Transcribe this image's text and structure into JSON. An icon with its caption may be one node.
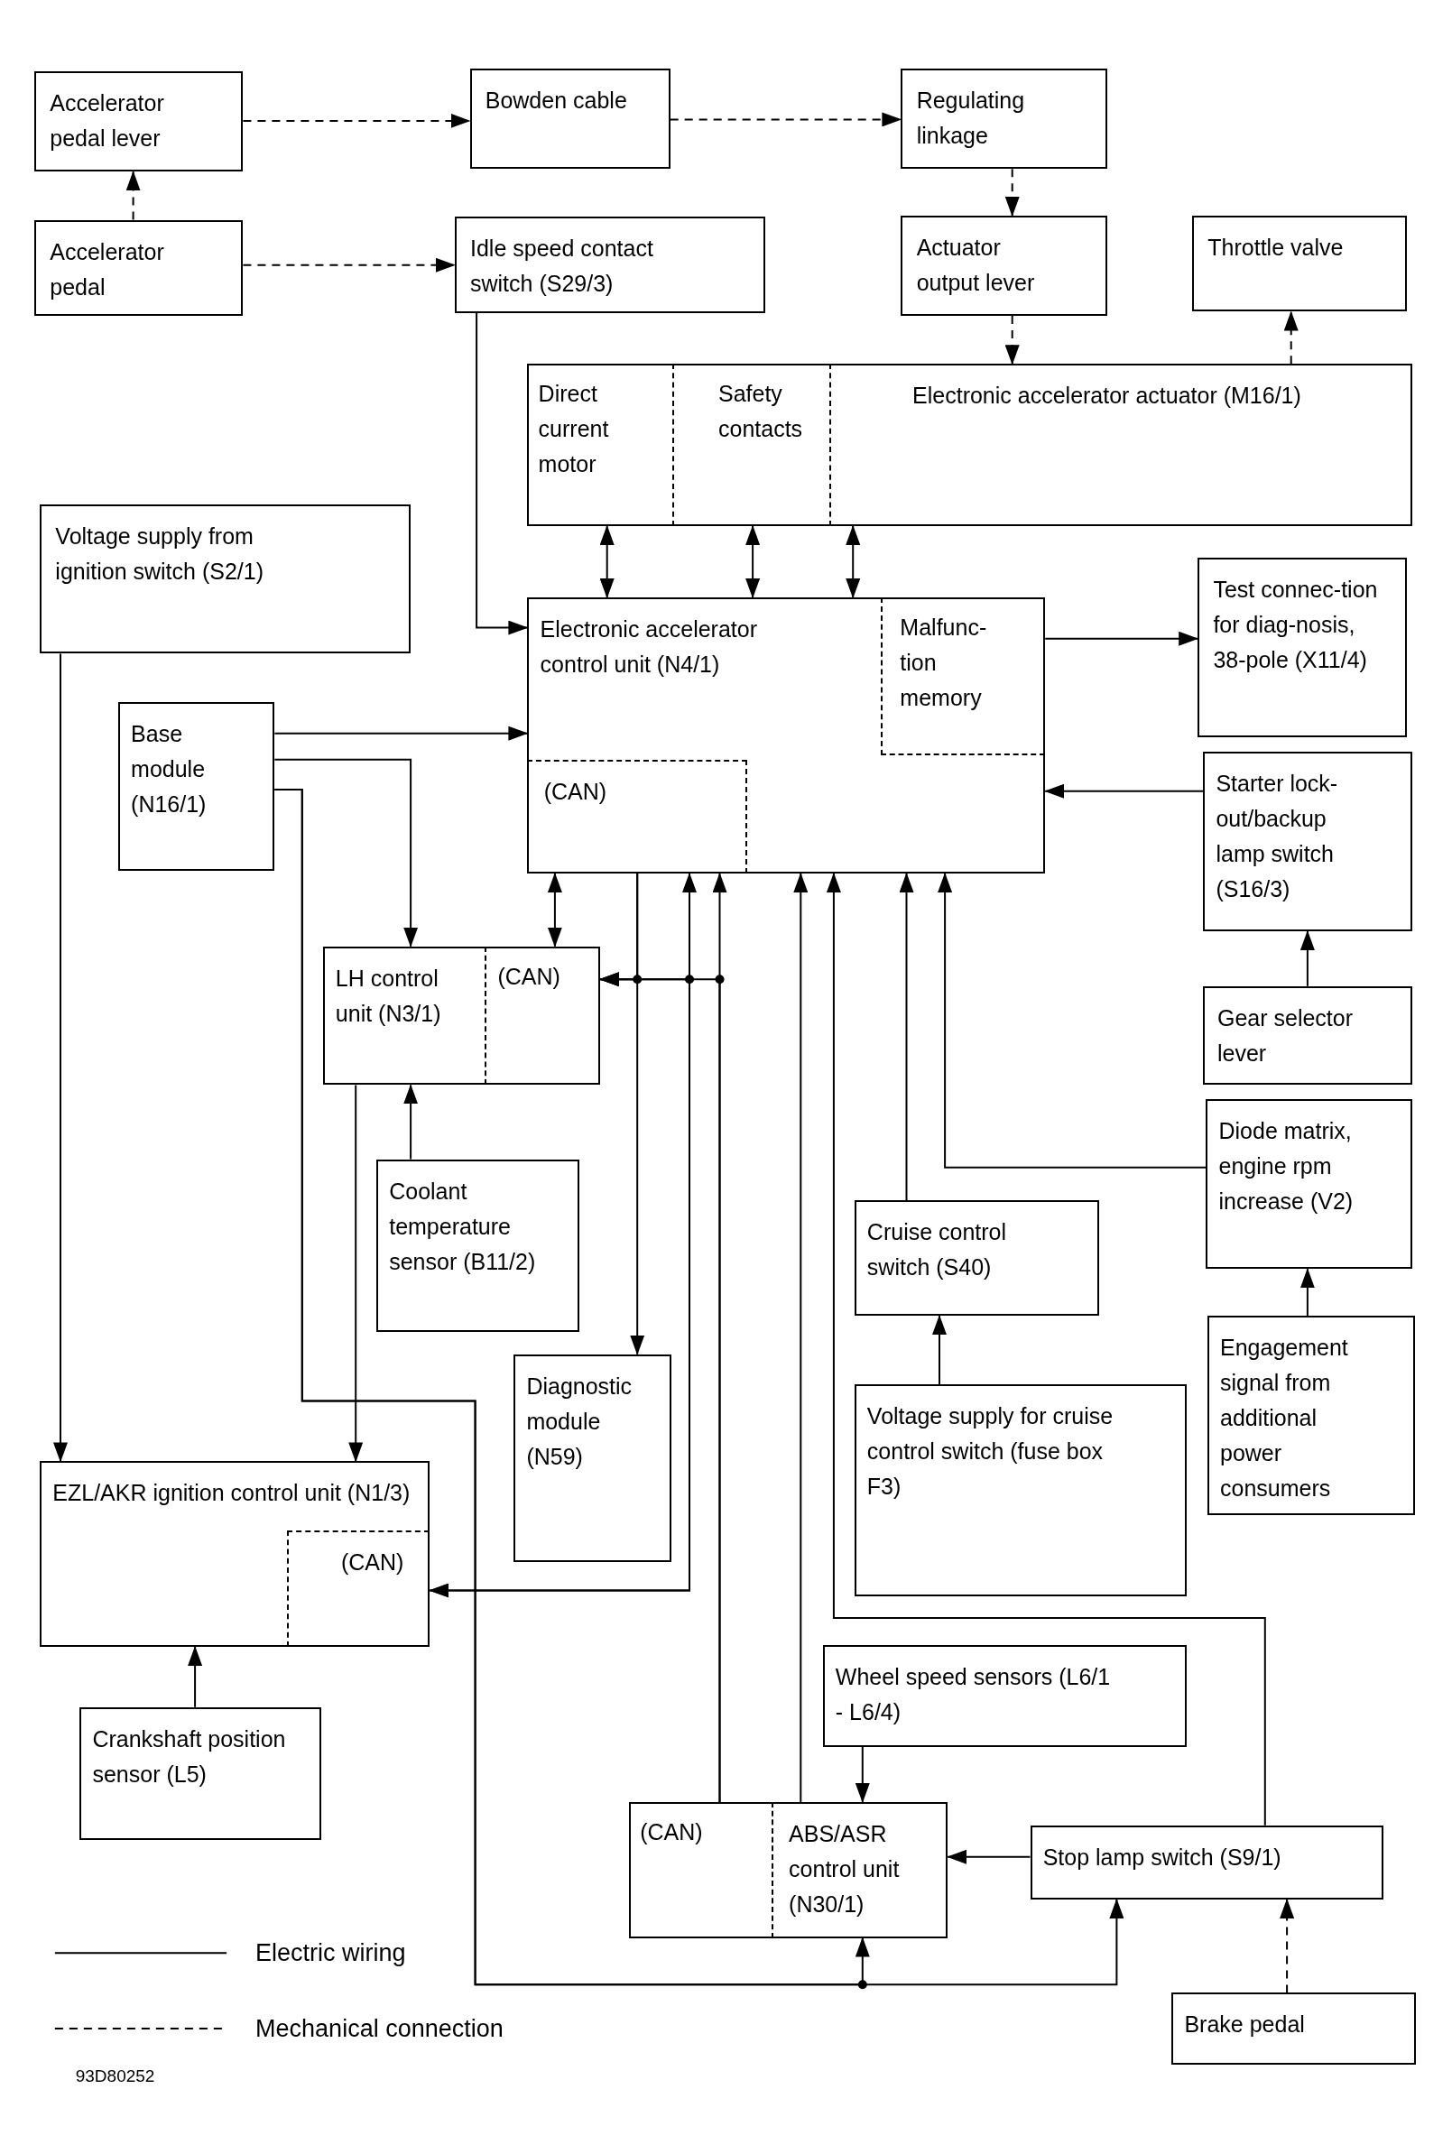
{
  "diagram": {
    "nodes": [
      {
        "text": [
          "Accelerator pedal lever"
        ]
      },
      {
        "text": [
          "Bowden cable"
        ]
      },
      {
        "text": [
          "Regulating linkage"
        ]
      },
      {
        "text": [
          "Accelerator pedal"
        ]
      },
      {
        "text": [
          "Idle speed contact switch (S29/3)"
        ]
      },
      {
        "text": [
          "Actuator output lever"
        ]
      },
      {
        "text": [
          "Throttle valve"
        ]
      },
      {
        "text": [
          "Electronic accelerator actuator (M16/1)"
        ]
      },
      {
        "text": [
          "Direct current motor"
        ],
        "in": 7
      },
      {
        "text": [
          "Safety contacts"
        ],
        "in": 7
      },
      {
        "text": [
          "Voltage supply from ignition switch (S2/1)"
        ]
      },
      {
        "text": [
          "Electronic accelerator control unit (N4/1)"
        ]
      },
      {
        "text": [
          "Malfunc-tion memory"
        ],
        "in": 11
      },
      {
        "text": [
          "(CAN)"
        ],
        "in": 11
      },
      {
        "text": [
          "Test connec-tion for diag-nosis, 38-pole (X11/4)"
        ]
      },
      {
        "text": [
          "Base module (N16/1)"
        ]
      },
      {
        "text": [
          "Starter lock-out/backup lamp switch (S16/3)"
        ]
      },
      {
        "text": [
          "LH control unit (N3/1)"
        ]
      },
      {
        "text": [
          "(CAN)"
        ],
        "in": 17
      },
      {
        "text": [
          "Gear selector lever"
        ]
      },
      {
        "text": [
          "Diode matrix, engine rpm increase (V2)"
        ]
      },
      {
        "text": [
          "Coolant temperature sensor (B11/2)"
        ]
      },
      {
        "text": [
          "Cruise control switch (S40)"
        ]
      },
      {
        "text": [
          "Engagement signal from additional power consumers"
        ]
      },
      {
        "text": [
          "Diagnostic module (N59)"
        ]
      },
      {
        "text": [
          "Voltage supply for cruise control switch (fuse box F3)"
        ]
      },
      {
        "text": [
          "EZL/AKR ignition control unit (N1/3)"
        ]
      },
      {
        "text": [
          "(CAN)"
        ],
        "in": 26
      },
      {
        "text": [
          "Crankshaft position sensor (L5)"
        ]
      },
      {
        "text": [
          "Wheel speed sensors (L6/1 - L6/4)"
        ]
      },
      {
        "text": [
          "ABS/ASR control unit (N30/1)"
        ]
      },
      {
        "text": [
          "(CAN)"
        ],
        "in": 30
      },
      {
        "text": [
          "Stop lamp switch (S9/1)"
        ]
      },
      {
        "text": [
          "Brake pedal"
        ]
      }
    ],
    "edges": [
      {
        "from": 0,
        "to": 1,
        "arrow": "to",
        "style": "dashed"
      },
      {
        "from": 1,
        "to": 2,
        "arrow": "to",
        "style": "dashed"
      },
      {
        "from": 3,
        "to": 0,
        "arrow": "to",
        "style": "dashed"
      },
      {
        "from": 3,
        "to": 4,
        "arrow": "to",
        "style": "dashed"
      },
      {
        "from": 2,
        "to": 5,
        "arrow": "to",
        "style": "dashed"
      },
      {
        "from": 5,
        "to": 7,
        "arrow": "to",
        "style": "dashed"
      },
      {
        "from": 7,
        "to": 6,
        "arrow": "to",
        "style": "dashed"
      },
      {
        "from": 4,
        "to": 11,
        "arrow": "to"
      },
      {
        "from": 11,
        "to": 8,
        "arrow": "both"
      },
      {
        "from": 11,
        "to": 9,
        "arrow": "both"
      },
      {
        "from": 11,
        "to": 7,
        "arrow": "both"
      },
      {
        "from": 11,
        "to": 14,
        "arrow": "to"
      },
      {
        "from": 16,
        "to": 11,
        "arrow": "to"
      },
      {
        "from": 19,
        "to": 16,
        "arrow": "to"
      },
      {
        "from": 20,
        "to": 11,
        "arrow": "to"
      },
      {
        "from": 23,
        "to": 20,
        "arrow": "to"
      },
      {
        "from": 22,
        "to": 11,
        "arrow": "to"
      },
      {
        "from": 25,
        "to": 22,
        "arrow": "to"
      },
      {
        "from": 15,
        "to": 11,
        "arrow": "to"
      },
      {
        "from": 15,
        "to": 17,
        "arrow": "to"
      },
      {
        "from": 15,
        "to": 30,
        "arrow": "to"
      },
      {
        "from": 15,
        "to": 32,
        "arrow": "to"
      },
      {
        "from": 10,
        "to": 26,
        "arrow": "to"
      },
      {
        "from": 17,
        "to": 26,
        "arrow": "to"
      },
      {
        "from": 21,
        "to": 17,
        "arrow": "to"
      },
      {
        "from": 28,
        "to": 26,
        "arrow": "to"
      },
      {
        "from": 13,
        "to": 18,
        "arrow": "both"
      },
      {
        "from": 11,
        "to": 24,
        "arrow": "to"
      },
      {
        "from": 11,
        "to": 18,
        "arrow": "to"
      },
      {
        "from": 27,
        "to": 11,
        "arrow": "both"
      },
      {
        "from": 27,
        "to": 18,
        "arrow": "both"
      },
      {
        "from": 31,
        "to": 11,
        "arrow": "to"
      },
      {
        "from": 31,
        "to": 18,
        "arrow": "to"
      },
      {
        "from": 30,
        "to": 11,
        "arrow": "to"
      },
      {
        "from": 32,
        "to": 11,
        "arrow": "to"
      },
      {
        "from": 29,
        "to": 30,
        "arrow": "to"
      },
      {
        "from": 32,
        "to": 30,
        "arrow": "to"
      },
      {
        "from": 33,
        "to": 32,
        "arrow": "to",
        "style": "dashed"
      }
    ],
    "labels": [
      "93D80252"
    ],
    "legend": [
      {
        "text": "Electric wiring"
      },
      {
        "text": "Mechanical connection"
      }
    ]
  }
}
